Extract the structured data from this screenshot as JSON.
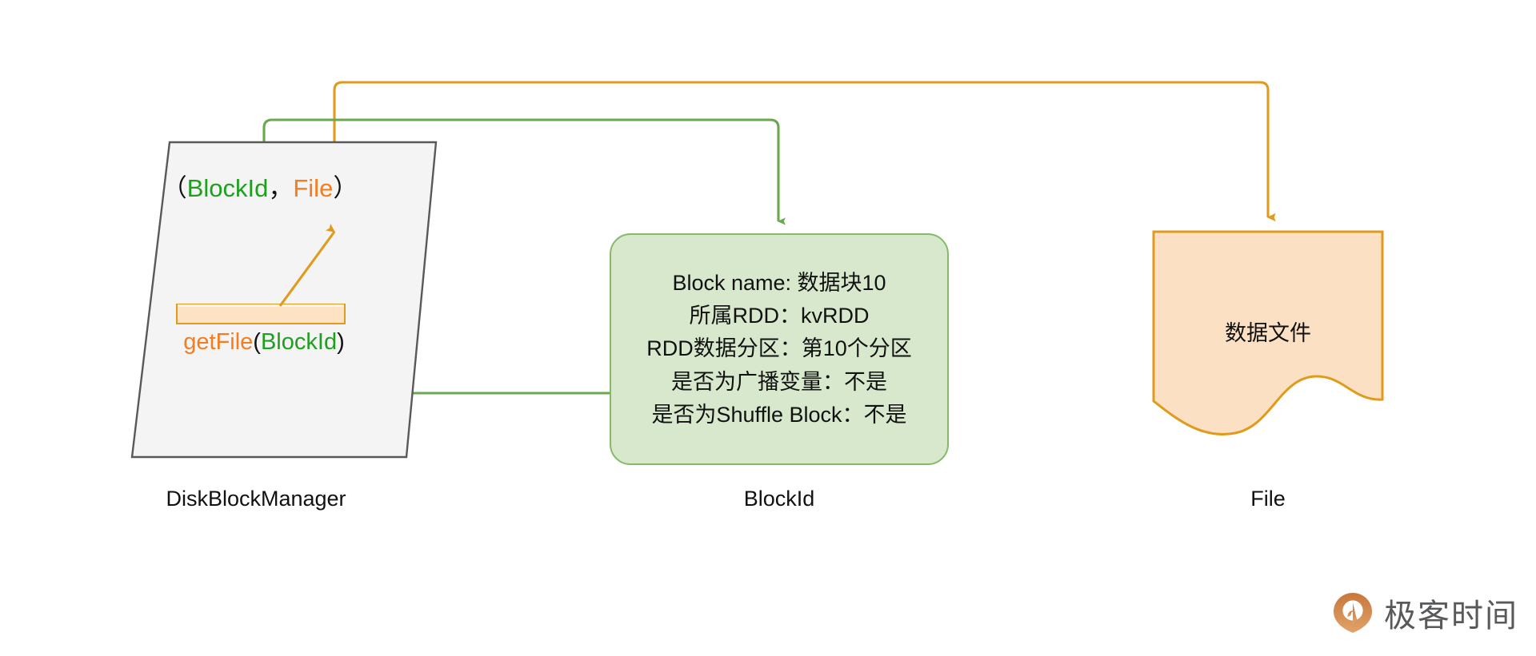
{
  "diagram": {
    "title": "DiskBlockManager BlockId File mapping",
    "colors": {
      "green": "#6aa84f",
      "green_text": "#1f9e1f",
      "green_fill": "#d7e8cd",
      "green_stroke": "#86b96a",
      "orange": "#e09b1c",
      "orange_text": "#f57c1f",
      "orange_fill": "#fbe0c3",
      "orange_stroke": "#e09b1c",
      "gray_fill": "#f4f4f4",
      "gray_stroke": "#595959",
      "text": "#111111"
    }
  },
  "disk_block_manager": {
    "caption": "DiskBlockManager",
    "tuple": {
      "open_paren": "（",
      "key": "BlockId",
      "comma": "，",
      "value": "File",
      "close_paren": "）"
    },
    "method": {
      "name": "getFile",
      "open_paren": "(",
      "argument": "BlockId",
      "close_paren": ")"
    }
  },
  "block_id": {
    "caption": "BlockId",
    "lines": [
      "Block name: 数据块10",
      "所属RDD：kvRDD",
      "RDD数据分区：第10个分区",
      "是否为广播变量：不是",
      "是否为Shuffle Block：不是"
    ],
    "fields": [
      {
        "label": "Block name",
        "value": "数据块10"
      },
      {
        "label": "所属RDD",
        "value": "kvRDD"
      },
      {
        "label": "RDD数据分区",
        "value": "第10个分区"
      },
      {
        "label": "是否为广播变量",
        "value": "不是"
      },
      {
        "label": "是否为Shuffle Block",
        "value": "不是"
      }
    ]
  },
  "file_node": {
    "caption": "File",
    "label": "数据文件"
  },
  "watermark": {
    "text": "极客时间"
  }
}
